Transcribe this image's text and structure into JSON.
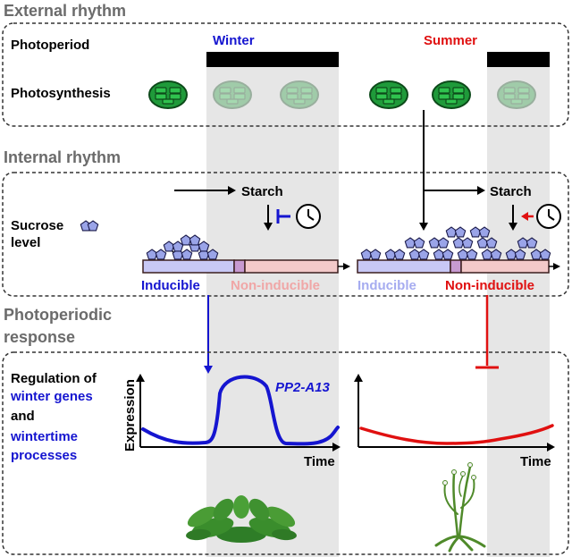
{
  "sections": {
    "external": "External rhythm",
    "internal": "Internal rhythm",
    "response_line1": "Photoperiodic",
    "response_line2": "response"
  },
  "external": {
    "photoperiod": "Photoperiod",
    "photosynthesis": "Photosynthesis",
    "winter": "Winter",
    "summer": "Summer"
  },
  "internal": {
    "sucrose_line1": "Sucrose",
    "sucrose_line2": "level",
    "starch_winter": "Starch",
    "starch_summer": "Starch",
    "inducible_winter": "Inducible",
    "noninducible_winter": "Non-inducible",
    "inducible_summer": "Inducible",
    "noninducible_summer": "Non-inducible"
  },
  "response": {
    "reg_line1": "Regulation of",
    "reg_line2": "winter genes",
    "reg_line3": "and",
    "reg_line4": "wintertime",
    "reg_line5": "processes",
    "gene": "PP2-A13",
    "ylabel": "Expression",
    "xlabel_winter": "Time",
    "xlabel_summer": "Time"
  },
  "colors": {
    "winter_blue": "#1515d0",
    "summer_red": "#e01010",
    "night_shade": "#e6e6e6",
    "chloroplast_green": "#1f9a3a",
    "sucrose_blue": "#9aa4e8"
  }
}
